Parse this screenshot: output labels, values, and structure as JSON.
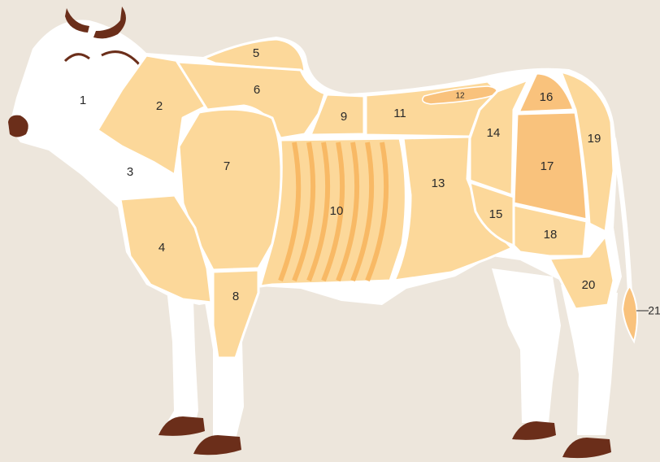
{
  "colors": {
    "background": "#ede6dc",
    "body_white": "#ffffff",
    "cut_light": "#fcd89a",
    "cut_mid": "#f9c27c",
    "stripe": "#f8b45c",
    "hoof": "#6b2e1a",
    "tail_tip": "#f9c27c"
  },
  "cuts": [
    {
      "id": "1",
      "label": "1"
    },
    {
      "id": "2",
      "label": "2"
    },
    {
      "id": "3",
      "label": "3"
    },
    {
      "id": "4",
      "label": "4"
    },
    {
      "id": "5",
      "label": "5"
    },
    {
      "id": "6",
      "label": "6"
    },
    {
      "id": "7",
      "label": "7"
    },
    {
      "id": "8",
      "label": "8"
    },
    {
      "id": "9",
      "label": "9"
    },
    {
      "id": "10",
      "label": "10"
    },
    {
      "id": "11",
      "label": "11"
    },
    {
      "id": "12",
      "label": "12"
    },
    {
      "id": "13",
      "label": "13"
    },
    {
      "id": "14",
      "label": "14"
    },
    {
      "id": "15",
      "label": "15"
    },
    {
      "id": "16",
      "label": "16"
    },
    {
      "id": "17",
      "label": "17"
    },
    {
      "id": "18",
      "label": "18"
    },
    {
      "id": "19",
      "label": "19"
    },
    {
      "id": "20",
      "label": "20"
    },
    {
      "id": "21",
      "label": "21"
    }
  ]
}
